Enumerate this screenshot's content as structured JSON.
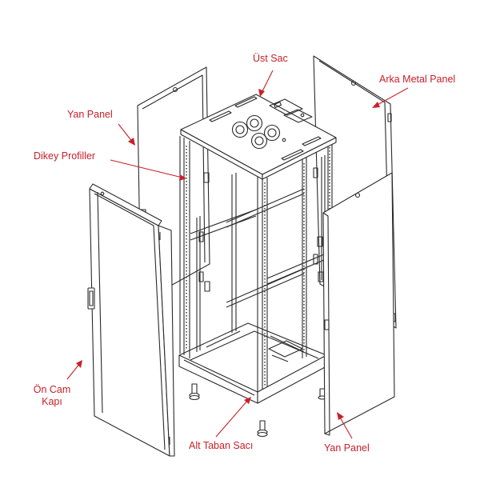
{
  "colors": {
    "label": "#c8202a",
    "leader": "#c8202a",
    "line": "#2a2a2a",
    "panel_fill": "#ffffff"
  },
  "labels": {
    "ust_sac": "Üst Sac",
    "arka_metal_panel": "Arka Metal Panel",
    "yan_panel_left": "Yan Panel",
    "dikey_profiller": "Dikey Profiller",
    "on_cam_kapi_line1": "Ön Cam",
    "on_cam_kapi_line2": "Kapı",
    "alt_taban_saci": "Alt Taban Sacı",
    "yan_panel_right": "Yan Panel"
  }
}
